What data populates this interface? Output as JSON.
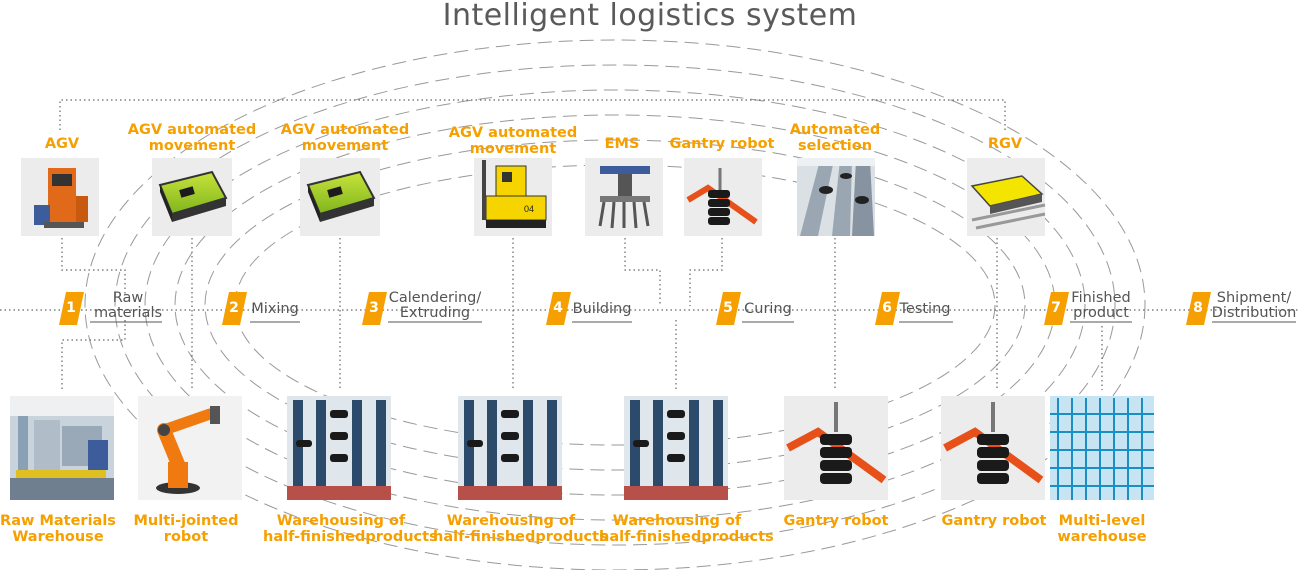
{
  "title": "Intelligent logistics system",
  "colors": {
    "accent": "#f5a000",
    "text": "#555555",
    "line": "#888888"
  },
  "top_equipment": [
    {
      "lines": [
        "AGV"
      ],
      "icon": "agv-stacker-icon"
    },
    {
      "lines": [
        "AGV automated",
        "movement"
      ],
      "icon": "agv-cart-icon"
    },
    {
      "lines": [
        "AGV automated",
        "movement"
      ],
      "icon": "agv-cart-icon"
    },
    {
      "lines": [
        "AGV automated",
        "movement"
      ],
      "icon": "agv-forklift-icon"
    },
    {
      "lines": [
        "EMS"
      ],
      "icon": "ems-gripper-icon"
    },
    {
      "lines": [
        "Gantry robot"
      ],
      "icon": "gantry-robot-icon"
    },
    {
      "lines": [
        "Automated",
        "selection"
      ],
      "icon": "conveyor-icon"
    },
    {
      "lines": [
        "RGV"
      ],
      "icon": "rgv-icon"
    }
  ],
  "steps": [
    {
      "num": "1",
      "lines": [
        "Raw",
        "materials"
      ]
    },
    {
      "num": "2",
      "lines": [
        "Mixing"
      ]
    },
    {
      "num": "3",
      "lines": [
        "Calendering/",
        "Extruding"
      ]
    },
    {
      "num": "4",
      "lines": [
        "Building"
      ]
    },
    {
      "num": "5",
      "lines": [
        "Curing"
      ]
    },
    {
      "num": "6",
      "lines": [
        "Testing"
      ]
    },
    {
      "num": "7",
      "lines": [
        "Finished",
        "product"
      ]
    },
    {
      "num": "8",
      "lines": [
        "Shipment/",
        "Distribution"
      ]
    }
  ],
  "bottom_equipment": [
    {
      "lines": [
        "Raw Materials",
        "Warehouse"
      ],
      "icon": "raw-warehouse-icon"
    },
    {
      "lines": [
        "Multi-jointed",
        "robot"
      ],
      "icon": "robot-arm-icon"
    },
    {
      "lines": [
        "Warehousing of",
        "half-finishedproducts"
      ],
      "icon": "rack-warehouse-icon"
    },
    {
      "lines": [
        "Warehousing of",
        "half-finishedproducts"
      ],
      "icon": "rack-warehouse-icon"
    },
    {
      "lines": [
        "Warehousing of",
        "half-finishedproducts"
      ],
      "icon": "rack-warehouse-icon"
    },
    {
      "lines": [
        "Gantry robot"
      ],
      "icon": "gantry-robot-icon"
    },
    {
      "lines": [
        "Gantry robot"
      ],
      "icon": "gantry-robot-icon"
    },
    {
      "lines": [
        "Multi-level",
        "warehouse"
      ],
      "icon": "high-bay-rack-icon"
    }
  ]
}
